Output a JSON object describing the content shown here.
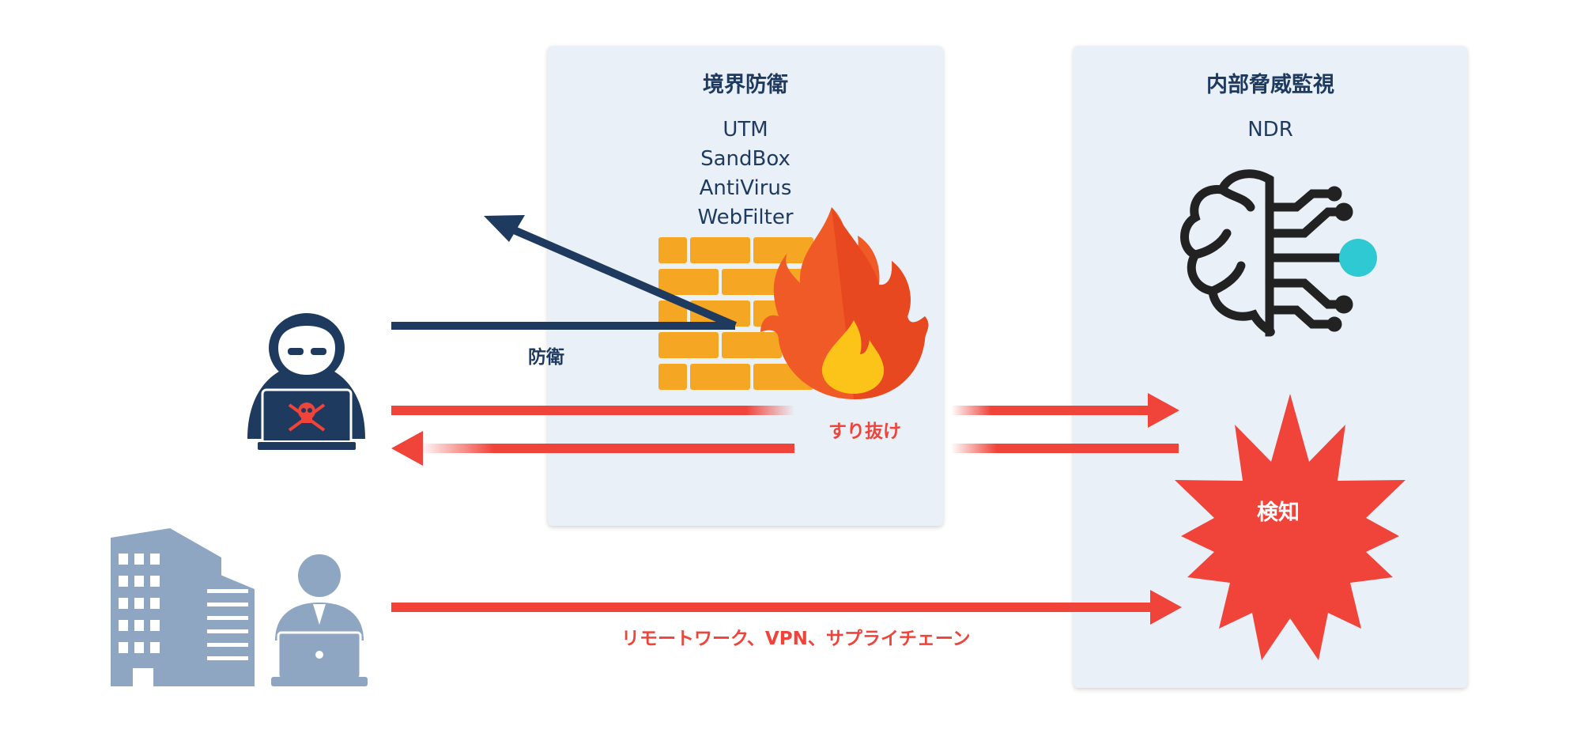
{
  "perimeter": {
    "title": "境界防衛",
    "technologies": [
      "UTM",
      "SandBox",
      "AntiVirus",
      "WebFilter"
    ]
  },
  "internal": {
    "title": "内部脅威監視",
    "technology": "NDR"
  },
  "labels": {
    "defense": "防衛",
    "bypass": "すり抜け",
    "detection": "検知",
    "remote": "リモートワーク、VPN、サプライチェーン"
  },
  "colors": {
    "navy": "#1e3a5f",
    "red": "#f0433a",
    "panel": "#eaf0f8",
    "brick": "#f5a623",
    "flame": "#ef5a26",
    "flame_core": "#fcc419",
    "teal": "#2ec9d3",
    "grey_blue": "#8fa6c2"
  },
  "icons": [
    "hacker-icon",
    "skull-icon",
    "office-building-icon",
    "office-worker-icon",
    "brick-wall-icon",
    "flame-icon",
    "ai-brain-icon",
    "starburst-icon"
  ]
}
